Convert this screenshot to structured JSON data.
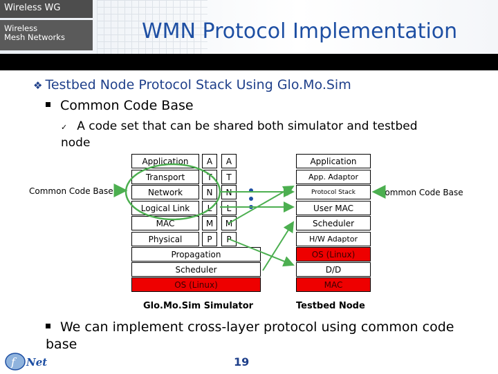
{
  "header": {
    "tab_top": "Wireless WG",
    "tab_sub": "Wireless\nMesh Networks",
    "title": "WMN Protocol Implementation"
  },
  "bullets": {
    "level1": "Testbed Node Protocol Stack Using Glo.Mo.Sim",
    "level2": "Common Code Base",
    "level3": "A code set that can be shared both simulator and testbed node",
    "bottom": "We can implement cross-layer protocol using common code base"
  },
  "diagram": {
    "left_label": "Common Code Base",
    "right_label": "Common Code Base",
    "sim_layers": [
      "Application",
      "Transport",
      "Network",
      "Logical Link",
      "MAC",
      "Physical"
    ],
    "col_a": [
      "A",
      "T",
      "N",
      "L",
      "M",
      "P"
    ],
    "col_b": [
      "A",
      "T",
      "N",
      "L",
      "M",
      "P"
    ],
    "sim_bottom": [
      "Propagation",
      "Scheduler",
      "OS (Linux)"
    ],
    "testbed_layers": [
      "Application",
      "App. Adaptor",
      "Protocol Stack",
      "User MAC",
      "Scheduler",
      "H/W Adaptor",
      "OS (Linux)",
      "D/D",
      "MAC"
    ],
    "sim_caption": "Glo.Mo.Sim Simulator",
    "testbed_caption": "Testbed Node"
  },
  "footer": {
    "page_number": "19",
    "logo_text": "Net"
  },
  "colors": {
    "title_blue": "#1e4fa3",
    "highlight_red": "#ee0000",
    "arrow_green": "#4caf50"
  }
}
